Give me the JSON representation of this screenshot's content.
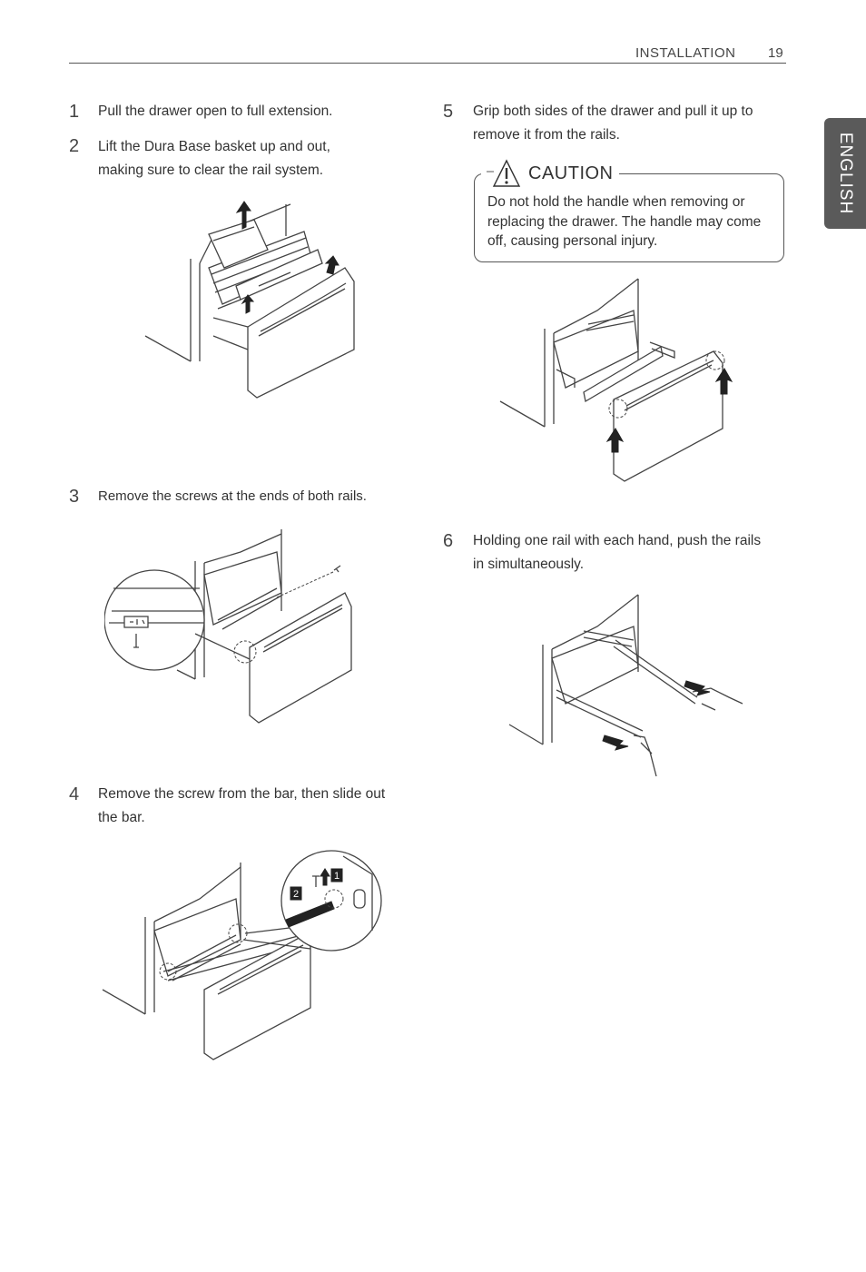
{
  "header": {
    "section": "INSTALLATION",
    "page_number": "19"
  },
  "language_tab": "ENGLISH",
  "steps": [
    {
      "number": "1",
      "text": "Pull the drawer open to full extension."
    },
    {
      "number": "2",
      "text": "Lift the Dura Base basket up and out, making sure to clear the rail system."
    },
    {
      "number": "3",
      "text": "Remove the screws at the ends of both rails."
    },
    {
      "number": "4",
      "text": "Remove the screw from the bar, then slide out the bar."
    },
    {
      "number": "5",
      "text": "Grip both sides of the drawer and pull it up to remove it from the rails."
    },
    {
      "number": "6",
      "text": "Holding one rail with each hand, push the rails in simultaneously."
    }
  ],
  "caution": {
    "title": "CAUTION",
    "text": "Do not hold the handle when removing or replacing the drawer. The handle may come off, causing personal injury."
  },
  "figure4_callouts": [
    "1",
    "2"
  ]
}
